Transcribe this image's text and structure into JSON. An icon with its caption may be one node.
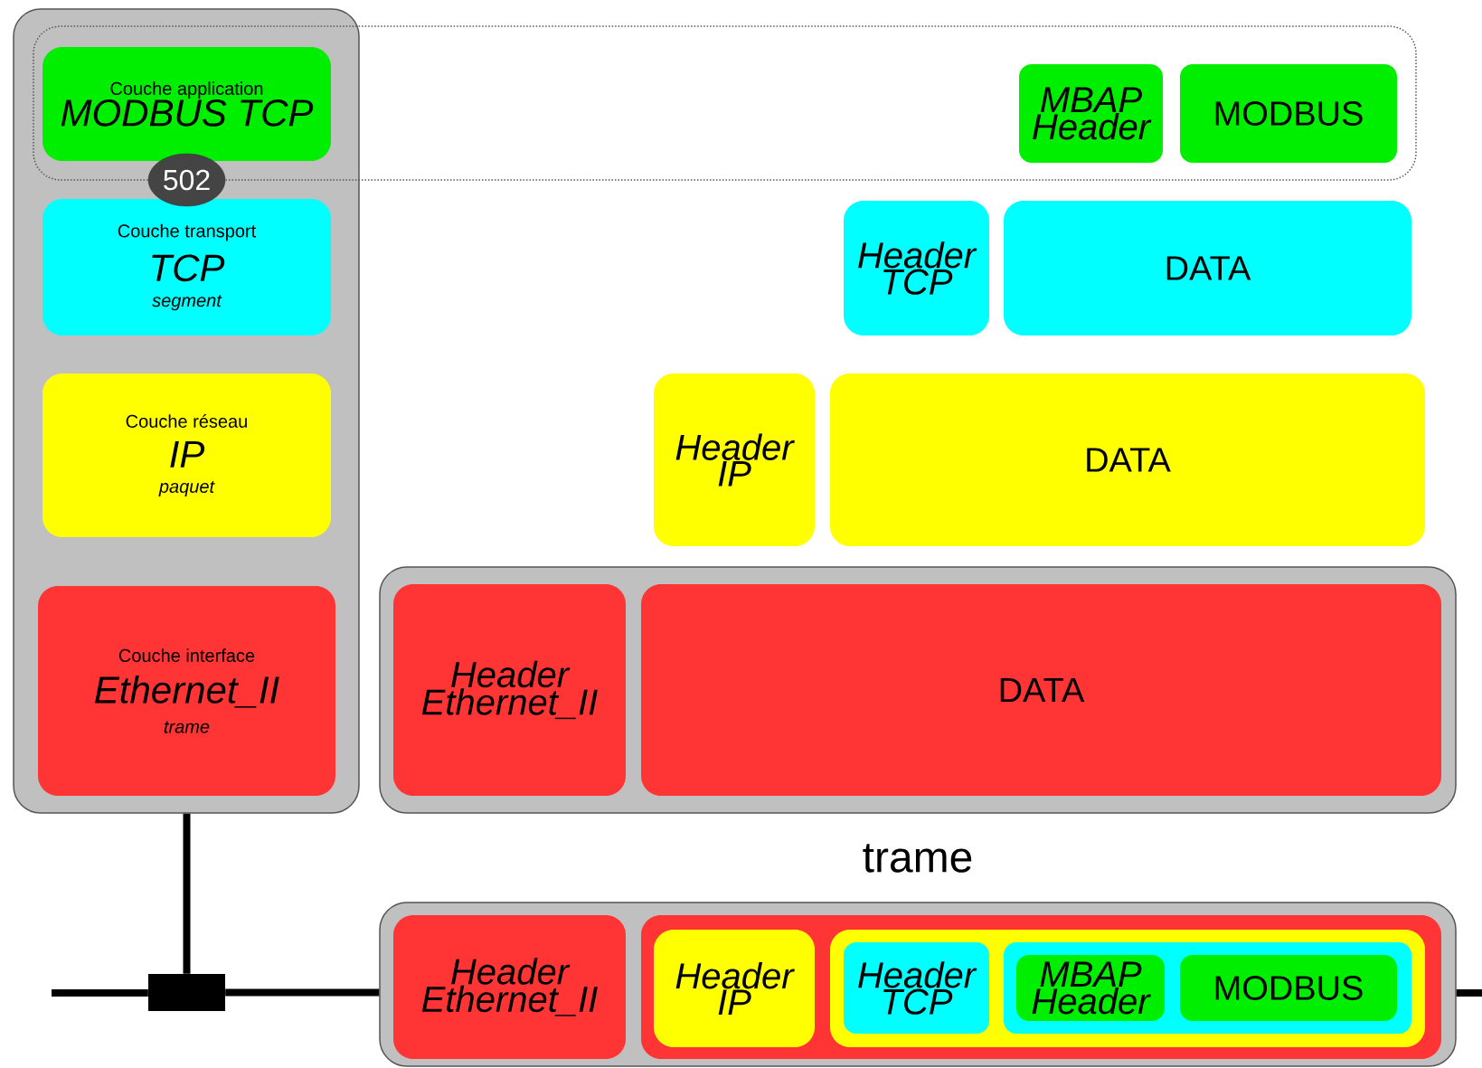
{
  "diagram": {
    "nodes": [
      {
        "text": [],
        "shape": "box"
      },
      {
        "text": [
          "Couche application",
          "MODBUS TCP"
        ],
        "in": 0
      },
      {
        "text": [
          "502"
        ],
        "in": 0
      },
      {
        "text": [
          "Couche transport",
          "TCP",
          "segment"
        ],
        "in": 0
      },
      {
        "text": [
          "Couche réseau",
          "IP",
          "paquet"
        ],
        "in": 0
      },
      {
        "text": [
          "Couche interface",
          "Ethernet_II",
          "trame"
        ],
        "in": 0
      },
      {
        "text": [
          "MBAP Header"
        ]
      },
      {
        "text": [
          "MODBUS"
        ]
      },
      {
        "text": [
          "Header TCP"
        ]
      },
      {
        "text": [
          "DATA"
        ]
      },
      {
        "text": [
          "Header IP"
        ]
      },
      {
        "text": [
          "DATA"
        ]
      },
      {
        "text": [],
        "shape": "box",
        "beside": [
          "trame"
        ]
      },
      {
        "text": [
          "Header Ethernet_II"
        ],
        "in": 12
      },
      {
        "text": [
          "DATA"
        ],
        "in": 12
      },
      {
        "text": [],
        "shape": "box"
      },
      {
        "text": [
          "Header Ethernet_II"
        ],
        "in": 15
      },
      {
        "text": [],
        "shape": "box",
        "in": 15
      },
      {
        "text": [
          "Header IP"
        ],
        "in": 17
      },
      {
        "text": [],
        "shape": "box",
        "in": 17
      },
      {
        "text": [
          "Header TCP"
        ],
        "in": 19
      },
      {
        "text": [],
        "shape": "box",
        "in": 19
      },
      {
        "text": [
          "MBAP Header"
        ],
        "in": 21
      },
      {
        "text": [
          "MODBUS"
        ],
        "in": 21
      },
      {
        "text": [],
        "shape": "box"
      }
    ],
    "edges": [
      {
        "from": 0,
        "to": 24,
        "arrow": "none"
      },
      {
        "from": null,
        "to": 24,
        "arrow": "none"
      },
      {
        "from": 24,
        "to": 15,
        "arrow": "none"
      },
      {
        "from": 15,
        "to": null,
        "arrow": "none"
      }
    ]
  }
}
